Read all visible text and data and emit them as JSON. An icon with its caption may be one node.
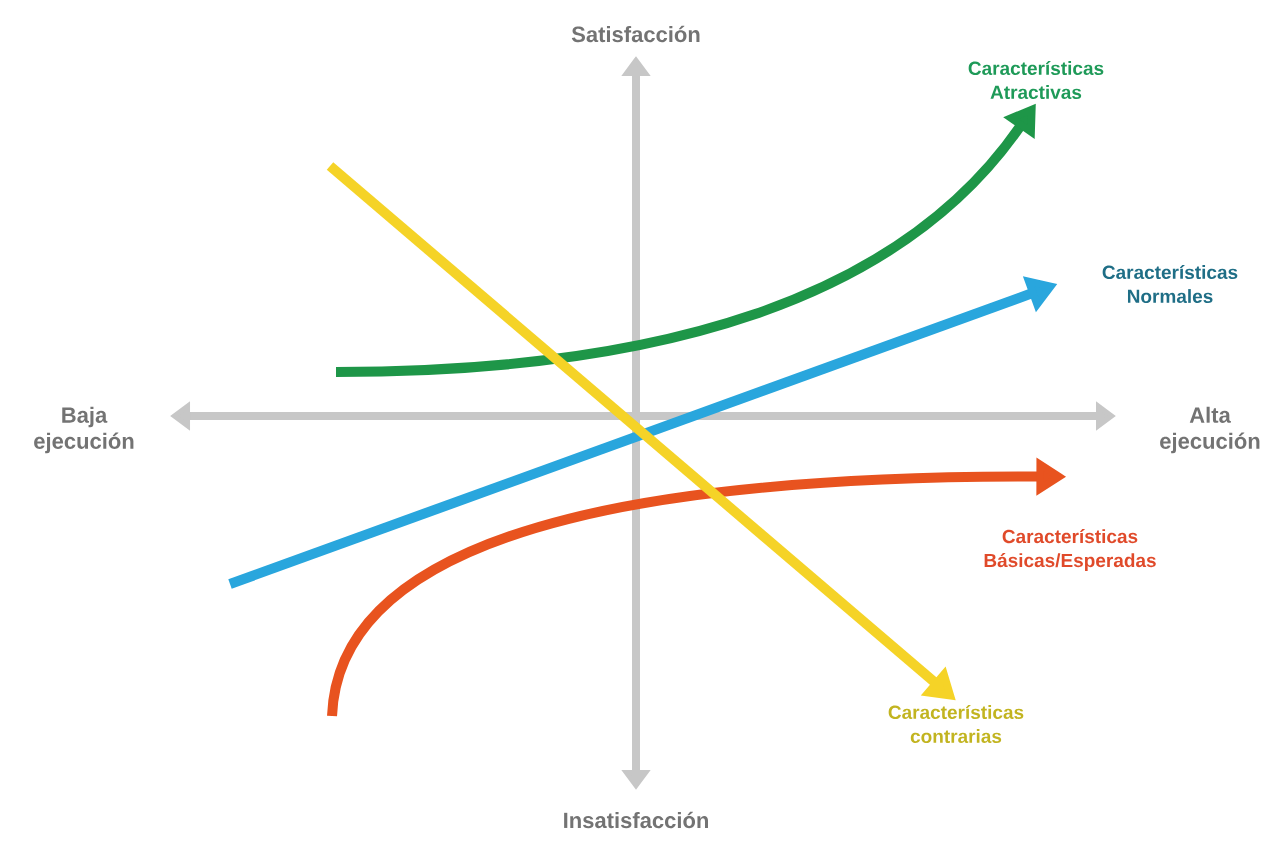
{
  "diagram": {
    "nodes": [
      {
        "text": [
          "Características Atractivas"
        ]
      },
      {
        "text": [
          "Características Normales"
        ]
      },
      {
        "text": [
          "Características Básicas/Esperadas"
        ]
      },
      {
        "text": [
          "Características contrarias"
        ]
      }
    ],
    "edges": [
      {
        "from": null,
        "to": 0,
        "arrow": "to",
        "color": "#1e9648"
      },
      {
        "from": null,
        "to": 1,
        "arrow": "to",
        "color": "#29a6dd"
      },
      {
        "from": null,
        "to": 2,
        "arrow": "to",
        "color": "#e8531f"
      },
      {
        "from": null,
        "to": 3,
        "arrow": "to",
        "color": "#f5d327"
      }
    ],
    "labels": [
      "Satisfacción",
      "Baja ejecución",
      "Alta ejecución",
      "Insatisfacción"
    ]
  }
}
